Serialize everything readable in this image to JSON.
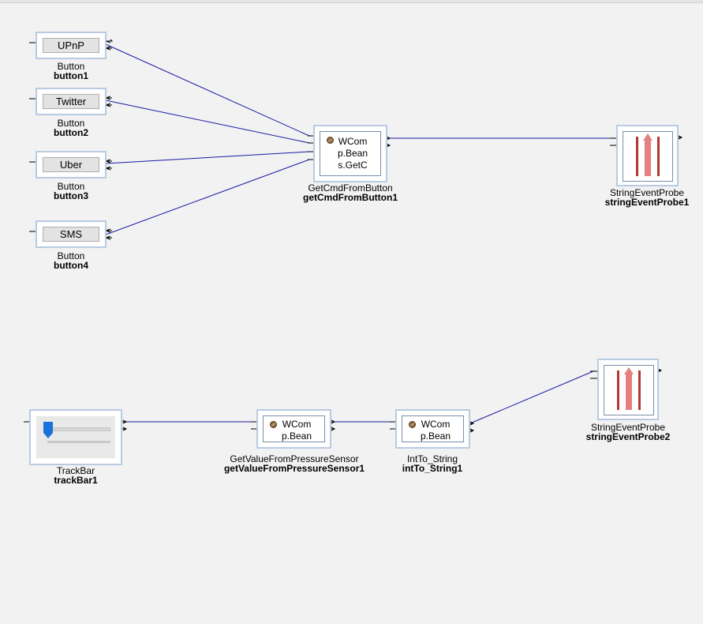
{
  "components": {
    "button1": {
      "face": "UPnP",
      "type": "Button",
      "name": "button1"
    },
    "button2": {
      "face": "Twitter",
      "type": "Button",
      "name": "button2"
    },
    "button3": {
      "face": "Uber",
      "type": "Button",
      "name": "button3"
    },
    "button4": {
      "face": "SMS",
      "type": "Button",
      "name": "button4"
    },
    "getCmd": {
      "lines": [
        "WCom",
        "p.Bean",
        "s.GetC"
      ],
      "type": "GetCmdFromButton",
      "name": "getCmdFromButton1"
    },
    "probe1": {
      "type": "StringEventProbe",
      "name": "stringEventProbe1"
    },
    "trackBar": {
      "type": "TrackBar",
      "name": "trackBar1"
    },
    "getValue": {
      "lines": [
        "WCom",
        "p.Bean"
      ],
      "type": "GetValueFromPressureSensor",
      "name": "getValueFromPressureSensor1"
    },
    "intTo": {
      "lines": [
        "WCom",
        "p.Bean"
      ],
      "type": "IntTo_String",
      "name": "intTo_String1"
    },
    "probe2": {
      "type": "StringEventProbe",
      "name": "stringEventProbe2"
    }
  },
  "colors": {
    "wire": "#1a1aa6",
    "frame": "#b8cbe3",
    "probe_arrow": "#e58080",
    "probe_bar": "#b03a2e",
    "slider_thumb": "#1a73d9"
  }
}
